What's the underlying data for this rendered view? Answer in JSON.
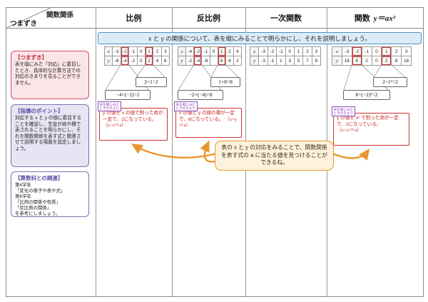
{
  "header": {
    "corner_top": "関数関係",
    "corner_bottom": "つまずき",
    "columns": [
      "比例",
      "反比例",
      "一次関数"
    ],
    "col4_prefix": "関数",
    "col4_formula": "y＝ax²"
  },
  "banner": {
    "text": "x と y の関係について、表を縦にみることで明らかにし、それを説明しましょう。"
  },
  "sidebar": {
    "boxes": [
      {
        "title": "【つまずき】",
        "body": "表を縦にみた「対応」に着目したとき、具体的な計算方法での対応のきまりを見ることができません。"
      },
      {
        "title": "【指導のポイント】",
        "body": "対応する x と y の値に着目することを確認し、生徒が商や積で表されることを明らかにし、それを関数関係を表す式と関連させて説明する場面を設定しましょう。"
      },
      {
        "title": "【算数科との関連】",
        "body": "第4学年\n「変化の様子や表や式」\n第6学年\n「比例の関係や性質」\n「反比例の関係」\nを参考にしましょう。"
      }
    ]
  },
  "columns": [
    {
      "name": "比例",
      "table": {
        "x_label": "x",
        "y_label": "y",
        "x": [
          "-3",
          "-2",
          "-1",
          "0",
          "1",
          "2",
          "3"
        ],
        "y": [
          "-6",
          "-4",
          "-2",
          "0",
          "2",
          "4",
          "6"
        ],
        "highlight": [
          1,
          4
        ]
      },
      "callout_upper": "2÷1=2",
      "callout_lower": "−4÷(−2)=2",
      "rule_tag": "表を縦にみた\nときのきまり",
      "rule_text": "y の値を x の値で割った商が一定で、2になっている。",
      "rule_formula": "（y÷x＝a）"
    },
    {
      "name": "反比例",
      "table": {
        "x_label": "x",
        "y_label": "y",
        "x": [
          "-4",
          "-2",
          "-1",
          "0",
          "1",
          "2",
          "4"
        ],
        "y": [
          "-2",
          "-4",
          "-8",
          "",
          "8",
          "4",
          "2"
        ],
        "highlight": [
          1,
          4
        ]
      },
      "callout_upper": "1×8=8",
      "callout_lower": "−2×(−4)=8",
      "rule_tag": "表を縦にみた\nときのきまり",
      "rule_text": "x の値と y の値の積が一定で、8になっている。",
      "rule_formula": "（x×y＝a）"
    },
    {
      "name": "一次関数",
      "table": {
        "x_label": "x",
        "y_label": "y",
        "x": [
          "-3",
          "-2",
          "-1",
          "0",
          "1",
          "2",
          "3"
        ],
        "y": [
          "-3",
          "-1",
          "1",
          "3",
          "5",
          "7",
          "9"
        ],
        "highlight": []
      }
    },
    {
      "name": "関数 y＝ax²",
      "table": {
        "x_label": "x",
        "y_label": "y",
        "x": [
          "-3",
          "-2",
          "-1",
          "0",
          "1",
          "2",
          "3"
        ],
        "y": [
          "18",
          "8",
          "2",
          "0",
          "2",
          "8",
          "18"
        ],
        "highlight": [
          1,
          4
        ]
      },
      "callout_upper": "2÷1²=2",
      "callout_lower": "8÷(−2)²=2",
      "rule_tag": "表を縦にみた\nときのきまり",
      "rule_text": "y の値を x² で割った商が一定で、2になっている。",
      "rule_formula": "（y÷x²＝a）"
    }
  ],
  "center_note": {
    "text": "表の x と y の対応をみることで、関数関係を表す式の a に当たる値を見つけることができるね。"
  },
  "colors": {
    "accent_blue": "#4a90c4",
    "accent_red": "#cc2222",
    "accent_purple": "#8070b0",
    "accent_orange": "#e8962e"
  }
}
